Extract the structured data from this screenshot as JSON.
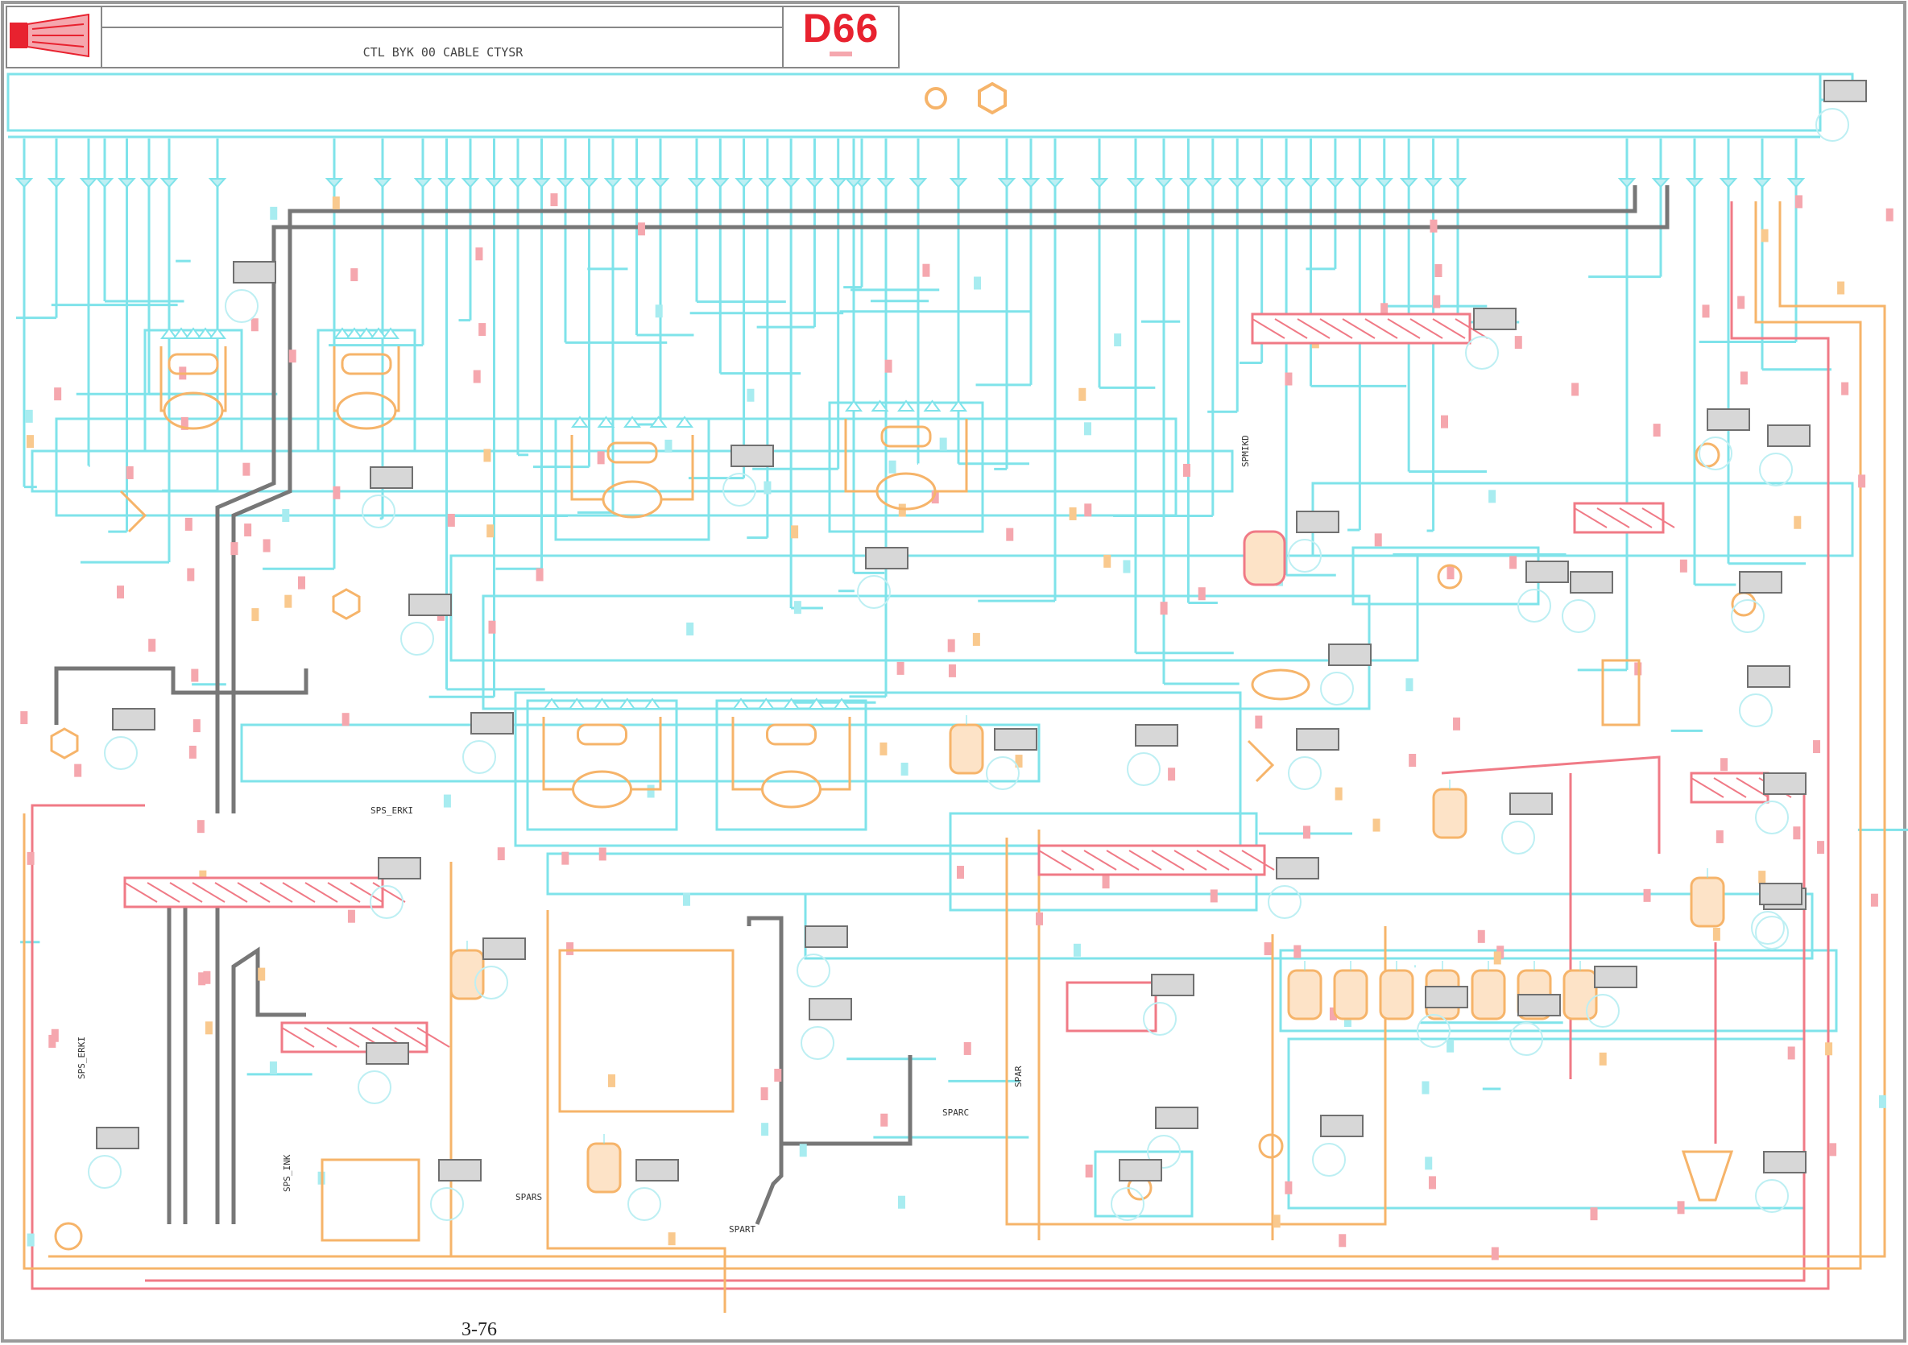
{
  "header": {
    "system_title": "CTL BYK 00 CABLE CTYSR",
    "diagram_code": "D66"
  },
  "page_number": "3-76",
  "wire_labels": [
    "SPS_ERKI",
    "SPS_ERKI",
    "SPS_INK",
    "SPAR",
    "SPART",
    "SPARS",
    "SPARC",
    "SPMIKD"
  ],
  "colors": {
    "frame": "#9a9a9a",
    "wire_cyan": "#7fe3ea",
    "wire_red": "#f07a86",
    "wire_orange": "#f6b46a",
    "wire_gray": "#666666",
    "code_red": "#e8222f",
    "tag_fill": "#d7d7d7"
  }
}
